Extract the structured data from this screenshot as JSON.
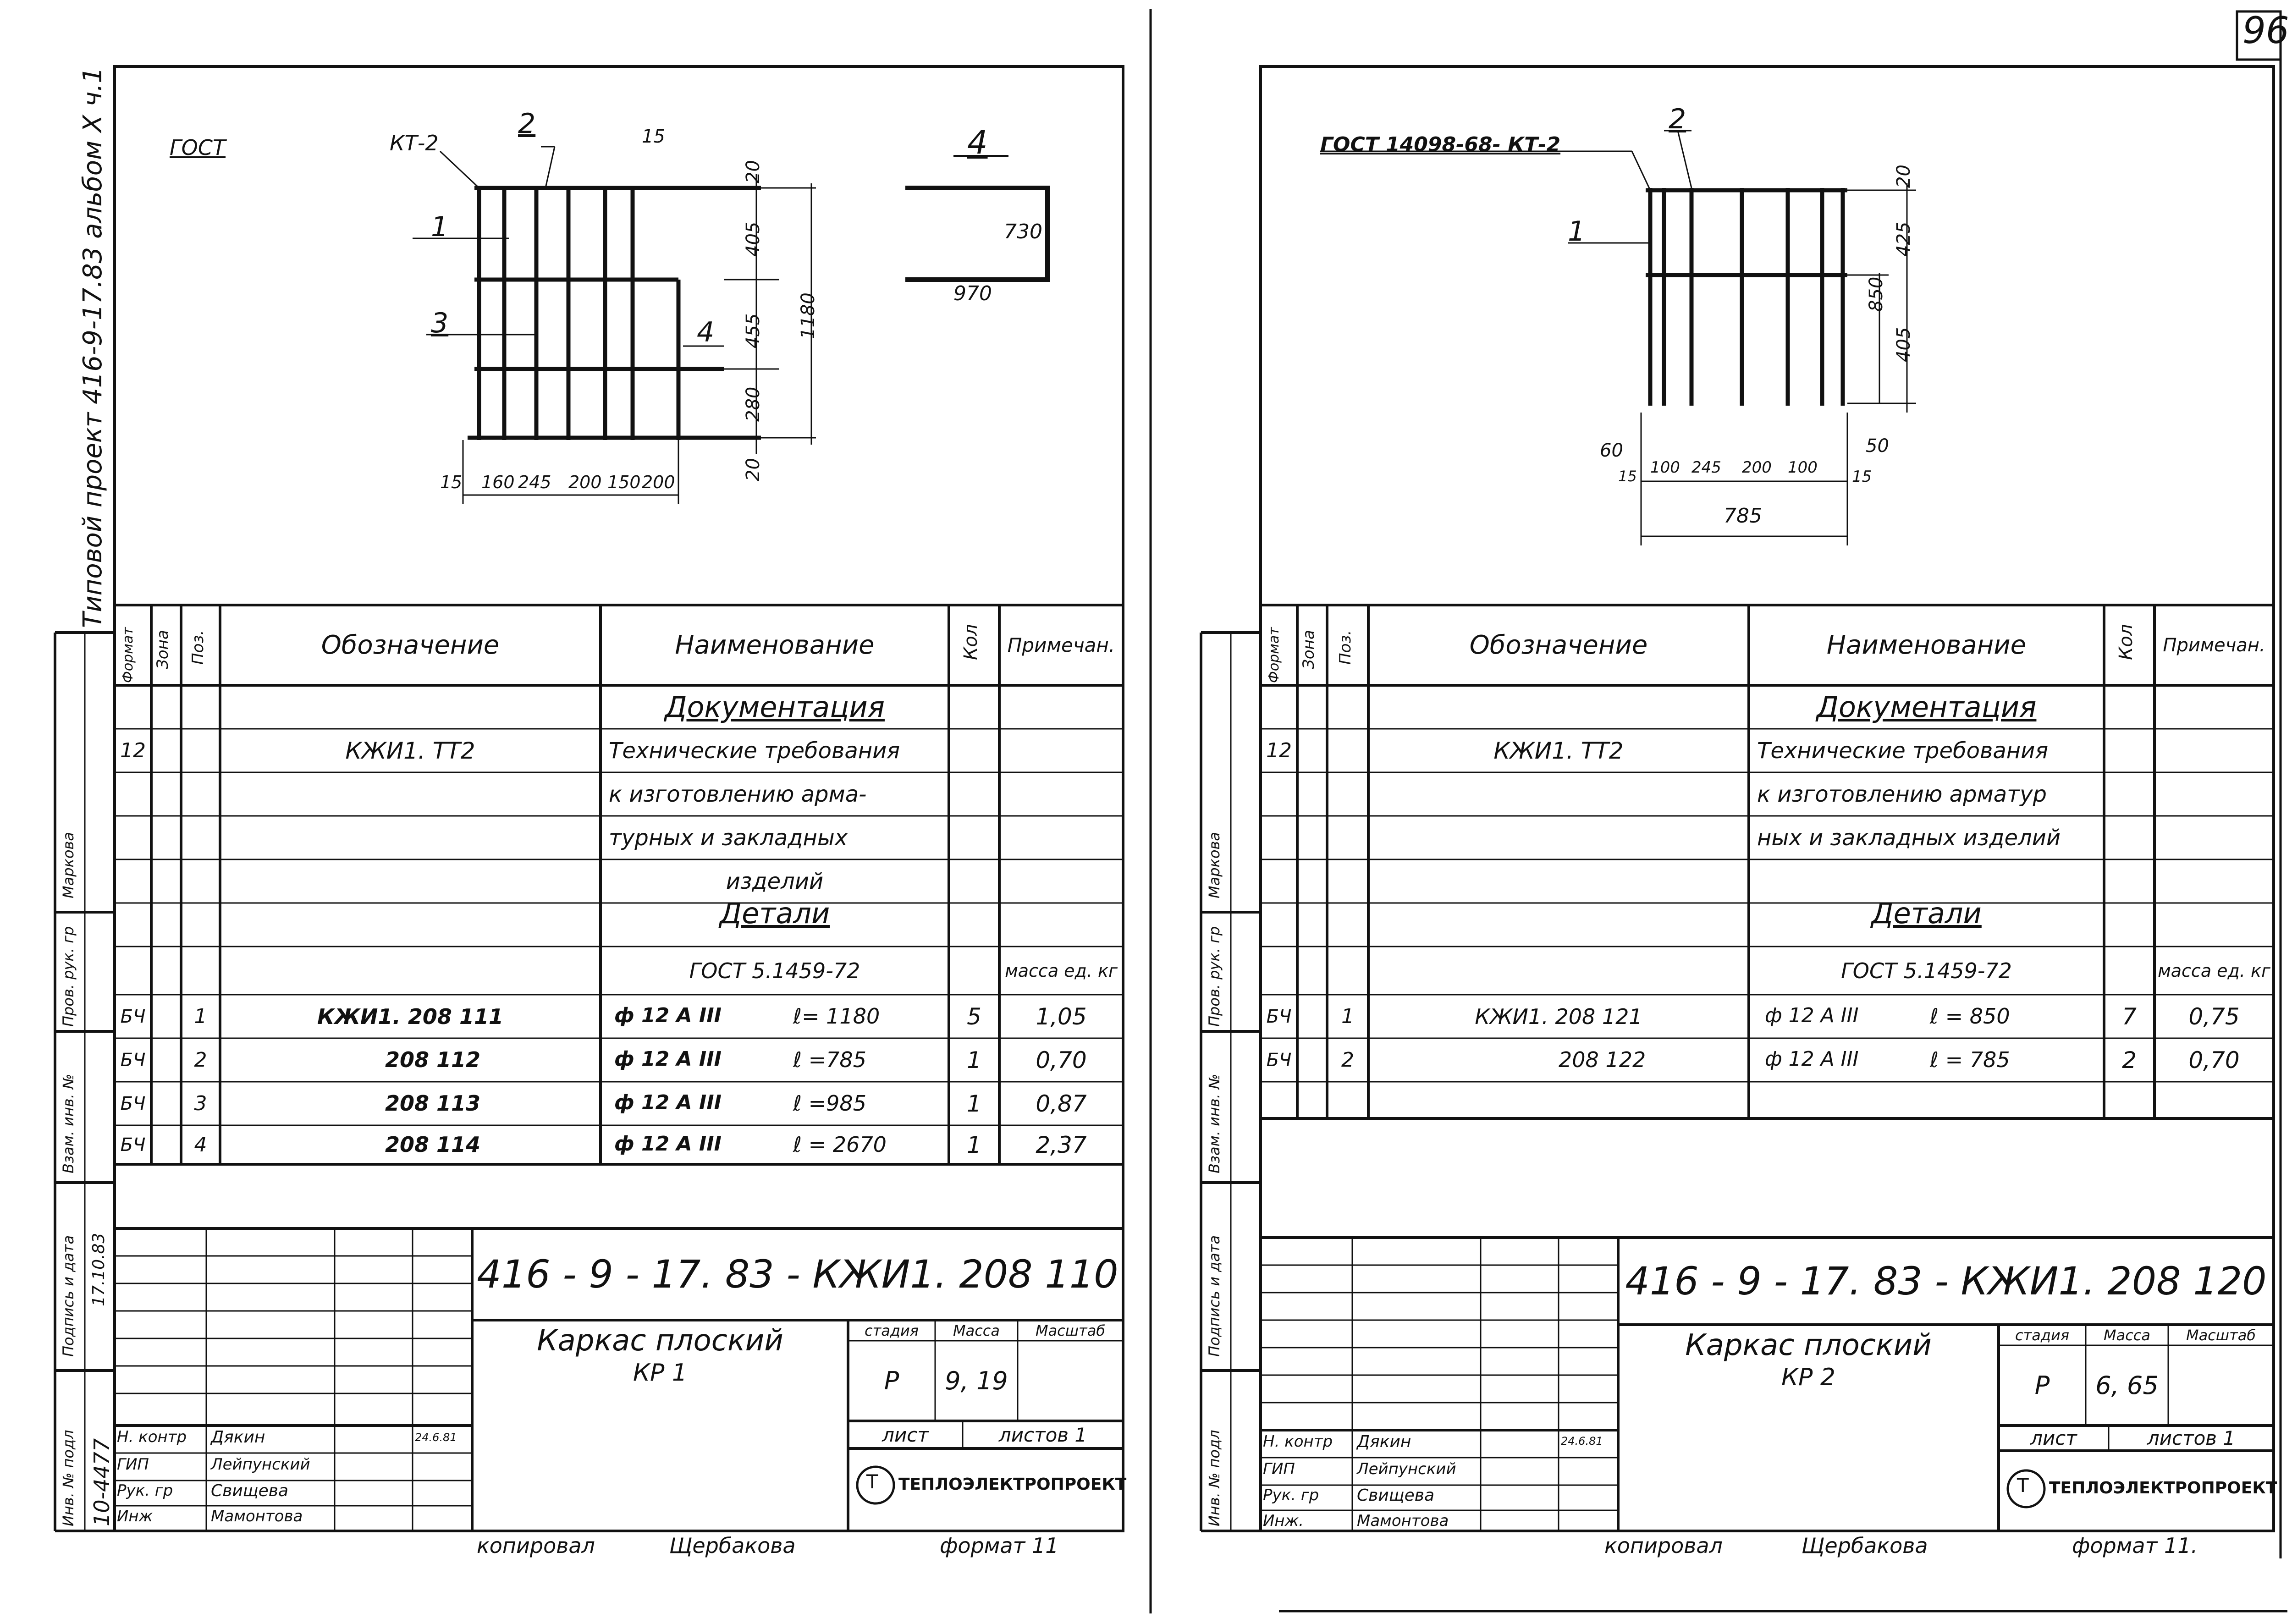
{
  "page_number": "96",
  "side_title": "Типовой проект 416-9-17.83 альбом Х ч.1",
  "left": {
    "drawing": {
      "gost": "ГОСТ",
      "kt": "КТ-2",
      "callouts": [
        "1",
        "2",
        "3",
        "4",
        "4"
      ],
      "dims_right": [
        "20",
        "405",
        "455",
        "280",
        "20",
        "1180"
      ],
      "dim_top": "15",
      "dims_bottom": [
        "15",
        "160",
        "245",
        "200",
        "150",
        "200"
      ],
      "bent_bar": {
        "label": "4",
        "height": "730",
        "width": "970"
      }
    },
    "spec": {
      "headers": [
        "Формат",
        "Зона",
        "Поз.",
        "Обозначение",
        "Наименование",
        "Кол",
        "Примечан."
      ],
      "section_docs": "Документация",
      "docs_format": "12",
      "docs_code": "КЖИ1. ТТ2",
      "docs_lines": [
        "Технические требования",
        "к изготовлению арма-",
        "турных и закладных",
        "изделий"
      ],
      "section_details": "Детали",
      "gost_line": "ГОСТ 5.1459-72",
      "mass_header": "масса ед. кг",
      "rows": [
        {
          "format": "БЧ",
          "pos": "1",
          "code": "КЖИ1. 208 111",
          "name": "ф 12 А III",
          "len": "ℓ= 1180",
          "qty": "5",
          "note": "1,05"
        },
        {
          "format": "БЧ",
          "pos": "2",
          "code": "208 112",
          "name": "ф 12 А III",
          "len": "ℓ =785",
          "qty": "1",
          "note": "0,70"
        },
        {
          "format": "БЧ",
          "pos": "3",
          "code": "208 113",
          "name": "ф 12 А III",
          "len": "ℓ =985",
          "qty": "1",
          "note": "0,87"
        },
        {
          "format": "БЧ",
          "pos": "4",
          "code": "208 114",
          "name": "ф 12 А III",
          "len": "ℓ = 2670",
          "qty": "1",
          "note": "2,37"
        }
      ]
    },
    "title_block": {
      "code": "416 - 9 - 17. 83 - КЖИ1. 208 110",
      "name_line1": "Каркас плоский",
      "name_line2": "КР 1",
      "stage_h": "стадия",
      "mass_h": "Масса",
      "scale_h": "Масштаб",
      "stage": "Р",
      "mass": "9, 19",
      "sheet": "лист",
      "sheets": "листов 1",
      "org": "ТЕПЛОЭЛЕКТРОПРОЕКТ",
      "roles": [
        "Н. контр",
        "ГИП",
        "Рук. гр",
        "Инж"
      ],
      "names": [
        "Дякин",
        "Лейпунский",
        "Свищева",
        "Мамонтова"
      ],
      "date": "24.6.81",
      "copied": "копировал",
      "copier": "Щербакова",
      "format": "формат 11"
    },
    "side_fields": [
      "Инв. № подл",
      "Подпись и дата",
      "Взам. инв. №",
      "Пров. рук. гр",
      "Маркова"
    ],
    "inv_no": "10-4477",
    "sign_date": "17.10.83"
  },
  "right": {
    "drawing": {
      "gost": "ГОСТ 14098-68- КТ-2",
      "callouts": [
        "1",
        "2"
      ],
      "dims_right": [
        "20",
        "425",
        "405",
        "850"
      ],
      "dims_bottom": [
        "60",
        "15",
        "100",
        "245",
        "200",
        "100",
        "50",
        "15"
      ],
      "overall": "785"
    },
    "spec": {
      "headers": [
        "Формат",
        "Зона",
        "Поз.",
        "Обозначение",
        "Наименование",
        "Кол",
        "Примечан."
      ],
      "section_docs": "Документация",
      "docs_format": "12",
      "docs_code": "КЖИ1. ТТ2",
      "docs_lines": [
        "Технические требования",
        "к изготовлению арматур",
        "ных и закладных изделий"
      ],
      "section_details": "Детали",
      "gost_line": "ГОСТ 5.1459-72",
      "mass_header": "масса ед. кг",
      "rows": [
        {
          "format": "БЧ",
          "pos": "1",
          "code": "КЖИ1. 208 121",
          "name": "ф 12 А III",
          "len": "ℓ = 850",
          "qty": "7",
          "note": "0,75"
        },
        {
          "format": "БЧ",
          "pos": "2",
          "code": "208 122",
          "name": "ф 12 А III",
          "len": "ℓ = 785",
          "qty": "2",
          "note": "0,70"
        }
      ]
    },
    "title_block": {
      "code": "416 - 9 - 17. 83 - КЖИ1. 208 120",
      "name_line1": "Каркас плоский",
      "name_line2": "КР 2",
      "stage_h": "стадия",
      "mass_h": "Масса",
      "scale_h": "Масштаб",
      "stage": "Р",
      "mass": "6, 65",
      "sheet": "лист",
      "sheets": "листов 1",
      "org": "ТЕПЛОЭЛЕКТРОПРОЕКТ",
      "roles": [
        "Н. контр",
        "ГИП",
        "Рук. гр",
        "Инж."
      ],
      "names": [
        "Дякин",
        "Лейпунский",
        "Свищева",
        "Мамонтова"
      ],
      "date": "24.6.81",
      "copied": "копировал",
      "copier": "Щербакова",
      "format": "формат 11."
    },
    "side_fields": [
      "Инв. № подл",
      "Подпись и дата",
      "Взам. инв. №",
      "Пров. рук. гр",
      "Маркова"
    ]
  }
}
